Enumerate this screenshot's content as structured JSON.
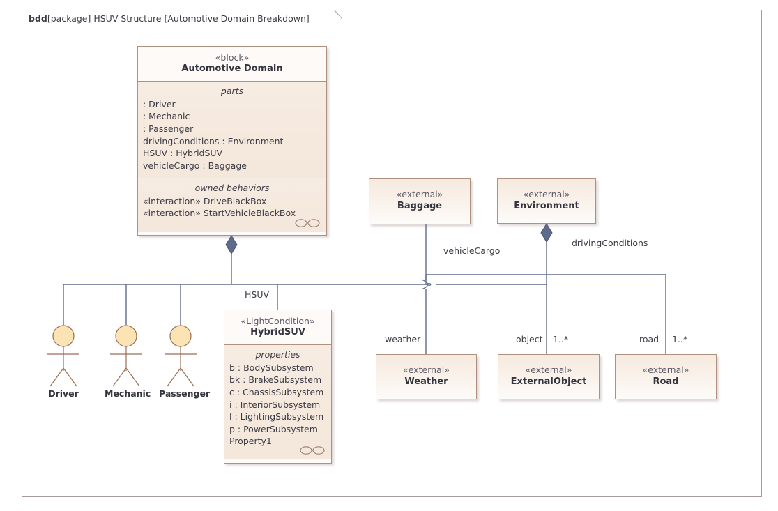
{
  "frame": {
    "kind": "bdd",
    "scope": "[package] HSUV Structure [Automotive Domain Breakdown]"
  },
  "blocks": {
    "automotive_domain": {
      "stereotype": "«block»",
      "name": "Automotive Domain",
      "compartments": [
        {
          "title": "parts",
          "items": [
            " : Driver",
            " : Mechanic",
            " : Passenger",
            "drivingConditions : Environment",
            "HSUV : HybridSUV",
            "vehicleCargo : Baggage"
          ]
        },
        {
          "title": "owned behaviors",
          "items": [
            "«interaction» DriveBlackBox",
            "«interaction» StartVehicleBlackBox"
          ],
          "icon": "collaboration-icon"
        }
      ]
    },
    "hybrid_suv": {
      "stereotype": "«LightCondition»",
      "name": "HybridSUV",
      "compartments": [
        {
          "title": "properties",
          "items": [
            "b : BodySubsystem",
            "bk : BrakeSubsystem",
            "c : ChassisSubsystem",
            "i : InteriorSubsystem",
            "l : LightingSubsystem",
            "p : PowerSubsystem",
            "Property1"
          ],
          "icon": "collaboration-icon"
        }
      ]
    }
  },
  "externals": [
    {
      "id": "baggage",
      "stereotype": "«external»",
      "name": "Baggage"
    },
    {
      "id": "environment",
      "stereotype": "«external»",
      "name": "Environment"
    },
    {
      "id": "weather",
      "stereotype": "«external»",
      "name": "Weather"
    },
    {
      "id": "externalobject",
      "stereotype": "«external»",
      "name": "ExternalObject"
    },
    {
      "id": "road",
      "stereotype": "«external»",
      "name": "Road"
    }
  ],
  "actors": [
    {
      "id": "driver",
      "label": "Driver"
    },
    {
      "id": "mechanic",
      "label": "Mechanic"
    },
    {
      "id": "passenger",
      "label": "Passenger"
    }
  ],
  "connector_labels": {
    "hsuv": "HSUV",
    "vehicle_cargo": "vehicleCargo",
    "driving_conditions": "drivingConditions",
    "weather_role": "weather",
    "object_role": "object",
    "object_mult": "1..*",
    "road_role": "road",
    "road_mult": "1..*"
  },
  "colors": {
    "block_border": "#b09080",
    "block_header_fill": "#fdfaf7",
    "compartment_fill": "#f4e7db",
    "connector": "#5f6b8c",
    "diamond": "#5f6b8c",
    "actor_head_fill": "#fbe3b4",
    "actor_stroke": "#9a6e55",
    "frame_border": "#a89a9a",
    "text": "#3c3c46"
  }
}
